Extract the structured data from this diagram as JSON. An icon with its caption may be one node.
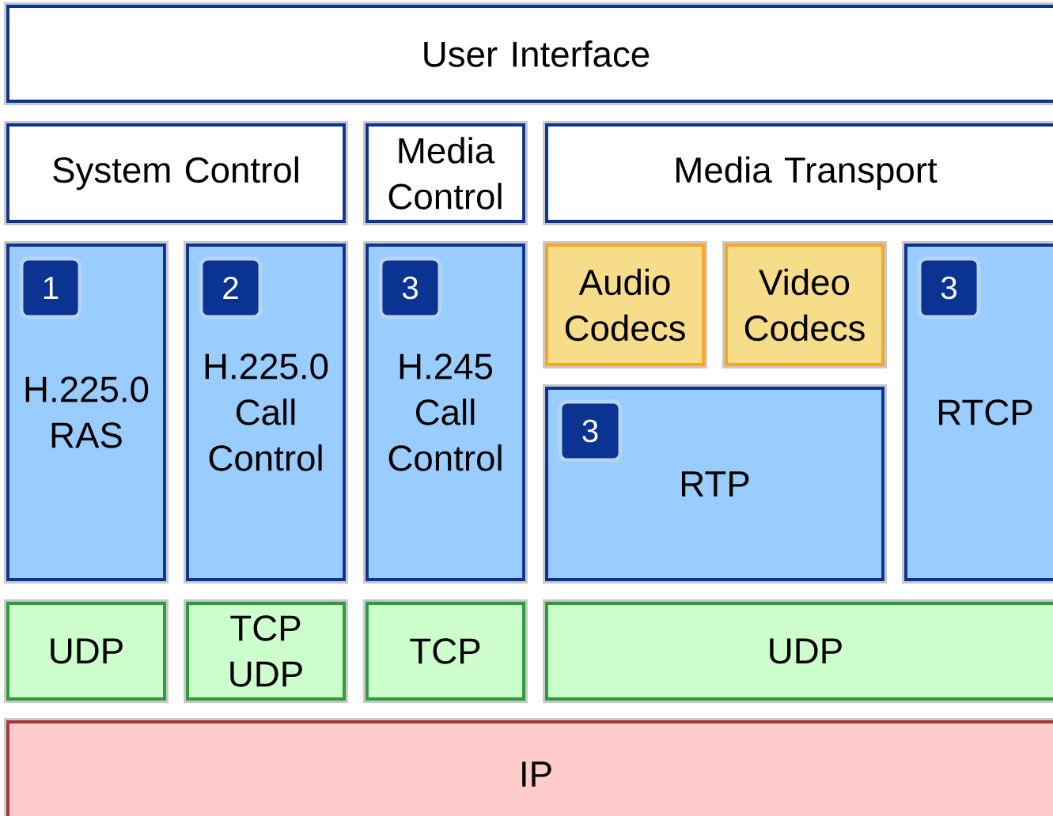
{
  "diagram": {
    "nodes": [
      {
        "text": [
          "User Interface"
        ]
      },
      {
        "text": [
          "System Control"
        ]
      },
      {
        "text": [
          "Media Control"
        ]
      },
      {
        "text": [
          "Media Transport"
        ]
      },
      {
        "text": [
          "H.225.0 RAS"
        ]
      },
      {
        "text": [
          "1"
        ],
        "in": 4
      },
      {
        "text": [
          "H.225.0 Call Control"
        ]
      },
      {
        "text": [
          "2"
        ],
        "in": 6
      },
      {
        "text": [
          "H.245 Call Control"
        ]
      },
      {
        "text": [
          "3"
        ],
        "in": 8
      },
      {
        "text": [
          "Audio Codecs"
        ]
      },
      {
        "text": [
          "Video Codecs"
        ]
      },
      {
        "text": [
          "RTCP"
        ]
      },
      {
        "text": [
          "3"
        ],
        "in": 12
      },
      {
        "text": [
          "RTP"
        ]
      },
      {
        "text": [
          "3"
        ],
        "in": 14
      },
      {
        "text": [
          "UDP"
        ]
      },
      {
        "text": [
          "TCP UDP"
        ]
      },
      {
        "text": [
          "TCP"
        ]
      },
      {
        "text": [
          "UDP"
        ]
      },
      {
        "text": [
          "IP"
        ]
      }
    ]
  }
}
